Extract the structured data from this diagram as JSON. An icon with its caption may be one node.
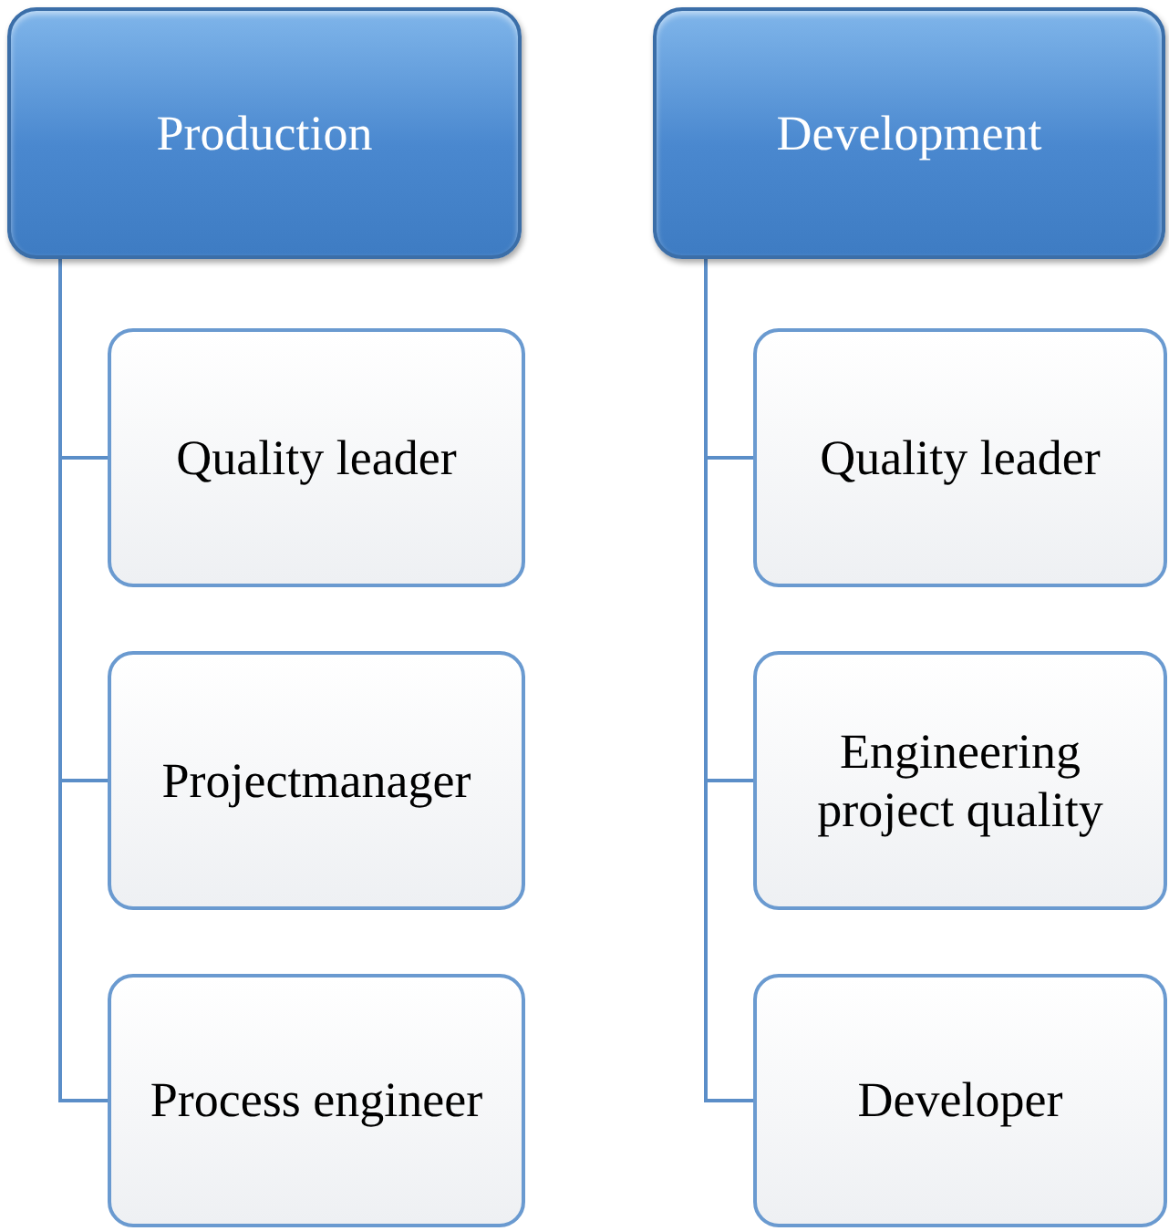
{
  "diagram": {
    "nodes": [
      {
        "text": [
          "Production"
        ]
      },
      {
        "text": [
          "Quality leader"
        ]
      },
      {
        "text": [
          "Projectmanager"
        ]
      },
      {
        "text": [
          "Process engineer"
        ]
      },
      {
        "text": [
          "Development"
        ]
      },
      {
        "text": [
          "Quality leader"
        ]
      },
      {
        "text": [
          "Engineering project quality"
        ]
      },
      {
        "text": [
          "Developer"
        ]
      }
    ],
    "edges": [
      {
        "from": 0,
        "to": 1,
        "arrow": "none"
      },
      {
        "from": 0,
        "to": 2,
        "arrow": "none"
      },
      {
        "from": 0,
        "to": 3,
        "arrow": "none"
      },
      {
        "from": 4,
        "to": 5,
        "arrow": "none"
      },
      {
        "from": 4,
        "to": 6,
        "arrow": "none"
      },
      {
        "from": 4,
        "to": 7,
        "arrow": "none"
      }
    ]
  }
}
